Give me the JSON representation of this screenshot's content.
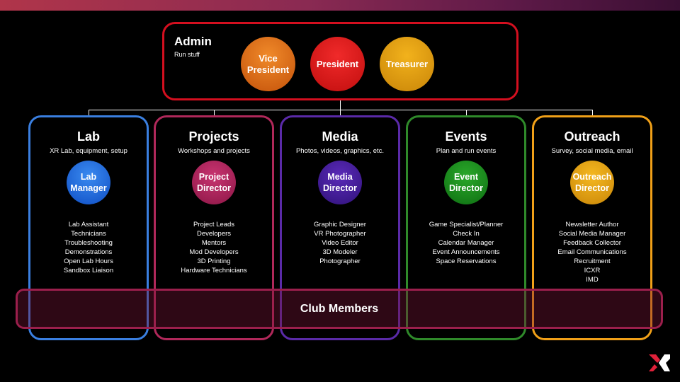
{
  "admin": {
    "title": "Admin",
    "subtitle": "Run stuff",
    "roles": [
      "Vice President",
      "President",
      "Treasurer"
    ]
  },
  "teams": [
    {
      "title": "Lab",
      "subtitle": "XR Lab, equipment, setup",
      "lead": "Lab Manager",
      "color": "#3a7fe0",
      "roles": [
        "Lab Assistant",
        "Technicians",
        "Troubleshooting",
        "Demonstrations",
        "Open Lab Hours",
        "Sandbox Liaison"
      ]
    },
    {
      "title": "Projects",
      "subtitle": "Workshops and projects",
      "lead": "Project Director",
      "color": "#b0285a",
      "roles": [
        "Project Leads",
        "Developers",
        "Mentors",
        "Mod Developers",
        "3D Printing",
        "Hardware Technicians"
      ]
    },
    {
      "title": "Media",
      "subtitle": "Photos, videos, graphics, etc.",
      "lead": "Media Director",
      "color": "#5a2aa8",
      "roles": [
        "Graphic Designer",
        "VR Photographer",
        "Video Editor",
        "3D Modeler",
        "Photographer"
      ]
    },
    {
      "title": "Events",
      "subtitle": "Plan and run events",
      "lead": "Event Director",
      "color": "#2f8a2a",
      "roles": [
        "Game Specialist/Planner",
        "Check In",
        "Calendar Manager",
        "Event Announcements",
        "Space Reservations"
      ]
    },
    {
      "title": "Outreach",
      "subtitle": "Survey, social media, email",
      "lead": "Outreach Director",
      "color": "#f0a018",
      "roles": [
        "Newsletter Author",
        "Social Media Manager",
        "Feedback Collector",
        "Email Communications",
        "Recruitment",
        "ICXR",
        "IMD"
      ]
    }
  ],
  "members": {
    "label": "Club Members"
  },
  "icons": {
    "logo": "xr-logo-icon"
  }
}
